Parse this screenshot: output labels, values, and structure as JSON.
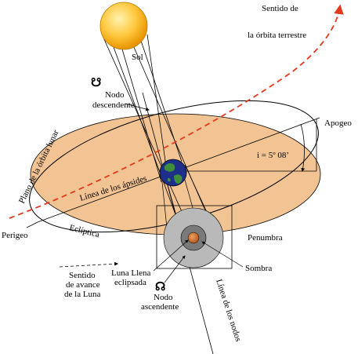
{
  "labels": {
    "sun": "Sol",
    "orbit_direction_line1": "Sentido de",
    "orbit_direction_line2": "la órbita terrestre",
    "descending_node_symbol": "☋",
    "descending_node_line1": "Nodo",
    "descending_node_line2": "descendente",
    "apogee": "Apogeo",
    "inclination": "i = 5º 08’",
    "lunar_orbit_plane": "Plano de la órbita lunar",
    "apsides_line": "Línea de los ápsides",
    "perigee": "Perigeo",
    "ecliptic": "Eclíptica",
    "penumbra": "Penumbra",
    "shadow": "Sombra",
    "moon_direction_line1": "Sentido",
    "moon_direction_line2": "de avance",
    "moon_direction_line3": "de la Luna",
    "eclipsed_moon_line1": "Luna Llena",
    "eclipsed_moon_line2": "eclipsada",
    "ascending_node_symbol": "☊",
    "ascending_node_line1": "Nodo",
    "ascending_node_line2": "ascendente",
    "nodes_line": "Línea de los nodos"
  },
  "colors": {
    "sun_light": "#ffe27a",
    "sun_dark": "#f0a000",
    "ecliptic_plane": "#f2c493",
    "earth_orbit_dashed": "#e03a1e",
    "earth_ocean": "#1e2f8a",
    "earth_land": "#3f8f3a",
    "penumbra": "#b9b9b9",
    "umbra": "#7a7a7a",
    "moon": "#d4793a",
    "outline": "#000000"
  }
}
